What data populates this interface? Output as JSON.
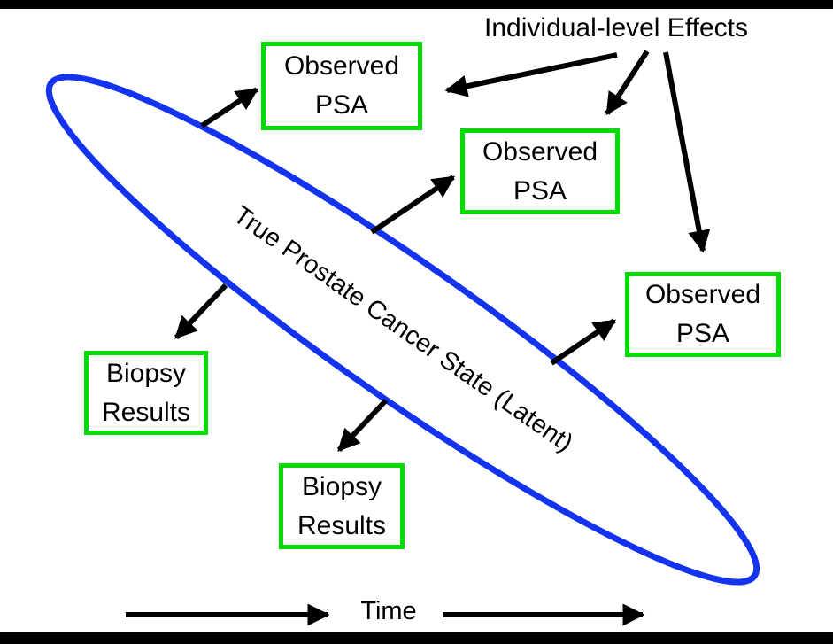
{
  "diagram": {
    "header": "Individual-level Effects",
    "latent_label": "True Prostate Cancer State (Latent)",
    "time_label": "Time",
    "nodes": [
      {
        "id": "observed-psa-1",
        "line1": "Observed",
        "line2": "PSA"
      },
      {
        "id": "observed-psa-2",
        "line1": "Observed",
        "line2": "PSA"
      },
      {
        "id": "observed-psa-3",
        "line1": "Observed",
        "line2": "PSA"
      },
      {
        "id": "biopsy-results-1",
        "line1": "Biopsy",
        "line2": "Results"
      },
      {
        "id": "biopsy-results-2",
        "line1": "Biopsy",
        "line2": "Results"
      }
    ],
    "colors": {
      "node_border": "#00dc00",
      "ellipse_stroke": "#1433ee",
      "arrow": "#000000",
      "letterbox": "#000000",
      "background": "#ffffff",
      "text": "#000000"
    }
  }
}
